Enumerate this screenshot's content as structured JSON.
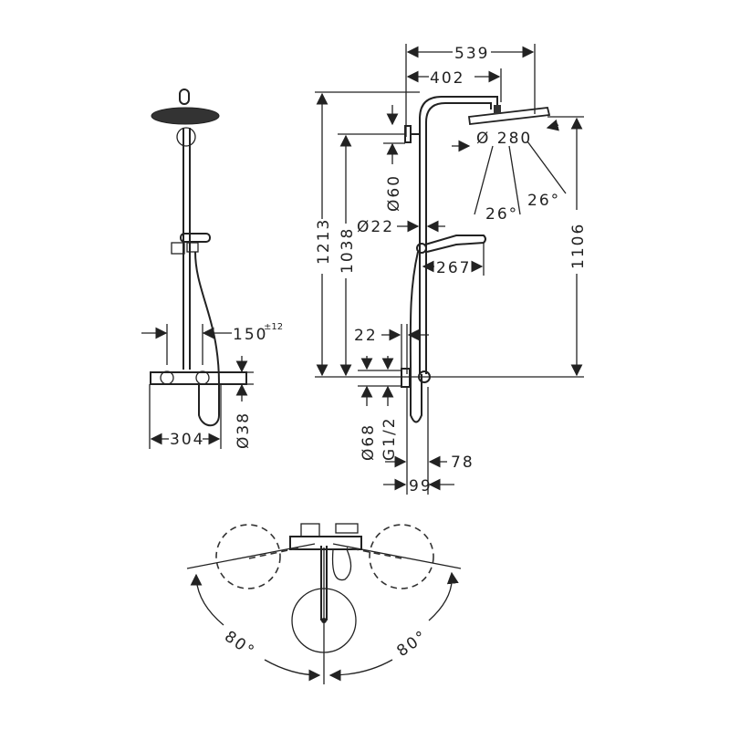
{
  "title": "Shower system technical dimension drawing",
  "front_view": {
    "hose_offset": "150",
    "hose_offset_tolerance": "±12",
    "pipe_diameter": "Ø38",
    "width": "304"
  },
  "side_view": {
    "overall_projection": "539",
    "arm_length": "402",
    "head_diameter": "Ø 280",
    "spray_angle_left": "26°",
    "spray_angle_right": "26°",
    "overall_height": "1213",
    "bracket_height": "1038",
    "head_height": "1106",
    "bracket_diameter": "Ø60",
    "riser_diameter": "Ø22",
    "hand_shower_length": "267",
    "wall_gap": "22",
    "escutcheon_diameter": "Ø68",
    "thread": "G1/2",
    "depth_78": "78",
    "depth_99": "99"
  },
  "top_view": {
    "swivel_left": "80°",
    "swivel_right": "80°"
  }
}
